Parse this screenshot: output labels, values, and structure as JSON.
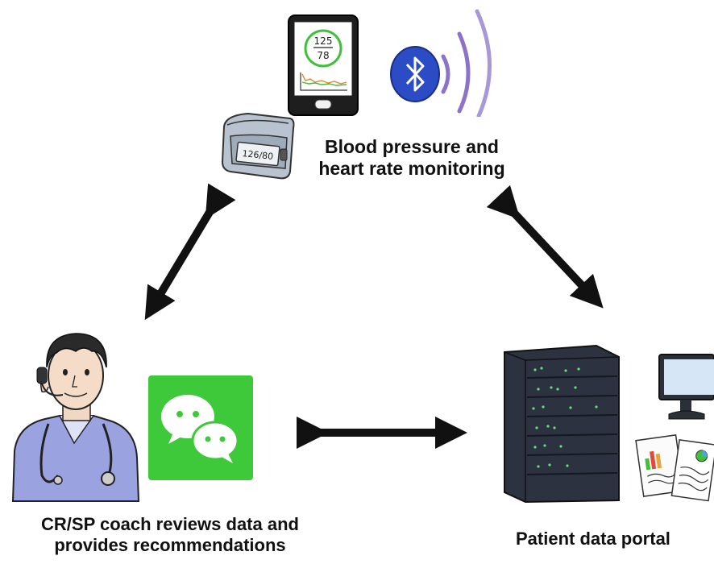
{
  "nodes": {
    "monitoring": {
      "caption_line1": "Blood pressure and",
      "caption_line2": "heart rate monitoring",
      "phone_reading_systolic": "125",
      "phone_reading_diastolic": "78",
      "cuff_reading": "126/80",
      "bluetooth_icon": "bluetooth-icon"
    },
    "coach": {
      "caption_line1": "CR/SP coach reviews data and",
      "caption_line2": "provides recommendations",
      "chat_app_icon": "wechat-icon"
    },
    "portal": {
      "caption": "Patient data portal"
    }
  },
  "colors": {
    "arrow": "#111111",
    "chat_green": "#3ec93a",
    "bluetooth_blue": "#2b4cc4",
    "bluetooth_waves": "#8a73c9",
    "server_body": "#2d3240",
    "server_lights": "#5fe07a",
    "coach_shirt": "#9aa3e0",
    "phone_screen_circle": "#3fbf3a"
  }
}
